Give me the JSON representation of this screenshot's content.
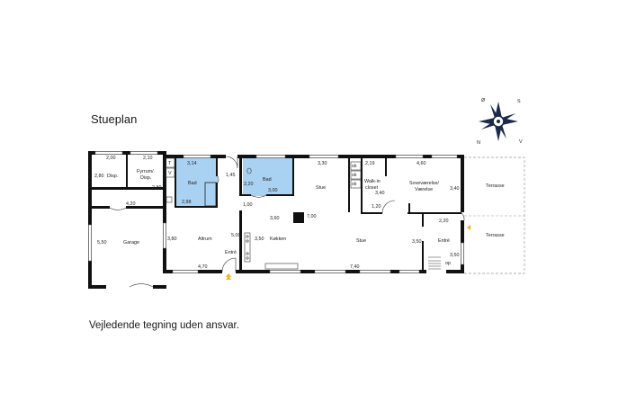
{
  "title": "Stueplan",
  "disclaimer": "Vejledende tegning uden ansvar.",
  "compass": {
    "letters": [
      "Ø",
      "S",
      "N",
      "V"
    ]
  },
  "rooms": {
    "disp": "Disp.",
    "fyrrum": "Fyrrum/",
    "fyrrum_line2": "Disp.",
    "bad1": "Bad",
    "bad2": "Bad",
    "stue1": "Stue",
    "walkin": "Walk-in",
    "walkin_line2": "closet",
    "sove": "Soveværelse/",
    "sove_line2": "Værelse",
    "terrasse1": "Terrasse",
    "terrasse2": "Terrasse",
    "garage": "Garage",
    "altrum": "Altrum",
    "entre1": "Entré",
    "koekken": "Køkken",
    "stue2": "Stue",
    "entre2": "Entré"
  },
  "fixtures": {
    "t": "T",
    "v": "V",
    "sk1": "sk",
    "sk2": "sk",
    "sk3": "sk",
    "op": "op"
  },
  "dimensions": {
    "d200": "2,00",
    "d210": "2,10",
    "d280a": "2,80",
    "d280b": "2,80",
    "d420": "4,20",
    "d314": "3,14",
    "d298": "2,98",
    "d145": "1,45",
    "d220a": "2,20",
    "d300": "3,00",
    "d330": "3,30",
    "d219": "2,19",
    "d340a": "3,40",
    "d120": "1,20",
    "d460": "4,60",
    "d340b": "3,40",
    "d100": "1,00",
    "d360": "3,60",
    "d700": "7,00",
    "d500": "5,00",
    "d350a": "3,50",
    "d550": "5,50",
    "d380": "3,80",
    "d470": "4,70",
    "d740": "7,40",
    "d350b": "3,50",
    "d220b": "2,20",
    "d350c": "3,50"
  },
  "colors": {
    "bathroom": "#a9d1f2",
    "wall": "#111111",
    "entrance_marker": "#f2b315",
    "compass": "#1b2a4a"
  }
}
